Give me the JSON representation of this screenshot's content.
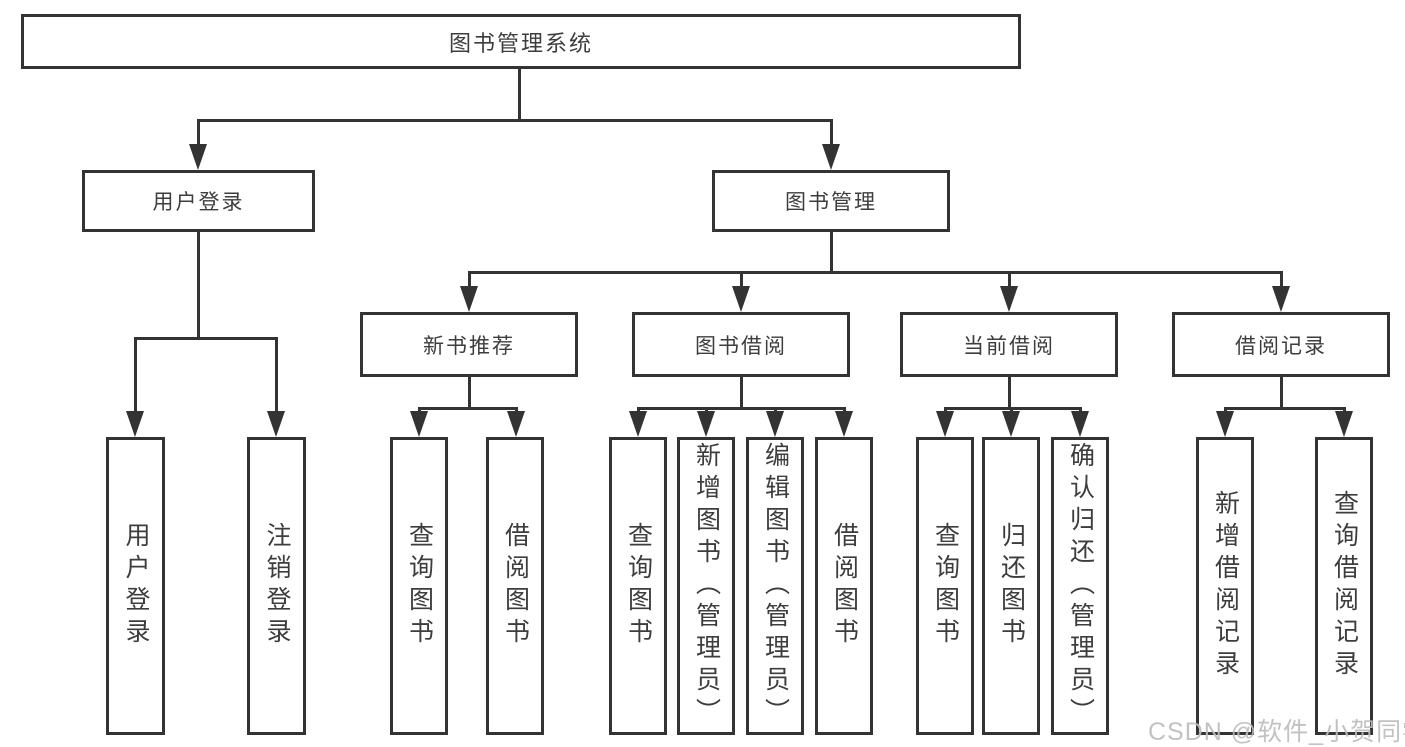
{
  "diagram": {
    "title": "图书管理系统",
    "type": "functional-structure-tree",
    "watermark": "CSDN @软件_小贺同学",
    "colors": {
      "line": "#333333",
      "text": "#3d3d3d",
      "node_background": "#ffffff",
      "page_background": "#ffffff",
      "watermark": "#bdbdbd"
    }
  },
  "nodes": {
    "root": {
      "label": "图书管理系统"
    },
    "user-login": {
      "label": "用户登录"
    },
    "book-mgmt": {
      "label": "图书管理"
    },
    "new-book-rec": {
      "label": "新书推荐"
    },
    "book-borrow": {
      "label": "图书借阅"
    },
    "current-borrow": {
      "label": "当前借阅"
    },
    "borrow-records": {
      "label": "借阅记录"
    },
    "leaf-user-login": {
      "label": "用户登录"
    },
    "leaf-logout": {
      "label": "注销登录"
    },
    "rec-query-books": {
      "label": "查询图书"
    },
    "rec-borrow-books": {
      "label": "借阅图书"
    },
    "bb-query-books": {
      "label": "查询图书"
    },
    "bb-add-books": {
      "label": "新增图书（管理员）"
    },
    "bb-edit-books": {
      "label": "编辑图书（管理员）"
    },
    "bb-borrow-books": {
      "label": "借阅图书"
    },
    "cb-query-books": {
      "label": "查询图书"
    },
    "cb-return-books": {
      "label": "归还图书"
    },
    "cb-confirm-return": {
      "label": "确认归还（管理员）"
    },
    "br-add-record": {
      "label": "新增借阅记录"
    },
    "br-query-record": {
      "label": "查询借阅记录"
    }
  },
  "hierarchy": {
    "id": "root",
    "children": [
      {
        "id": "user-login",
        "children": [
          {
            "id": "leaf-user-login"
          },
          {
            "id": "leaf-logout"
          }
        ]
      },
      {
        "id": "book-mgmt",
        "children": [
          {
            "id": "new-book-rec",
            "children": [
              {
                "id": "rec-query-books"
              },
              {
                "id": "rec-borrow-books"
              }
            ]
          },
          {
            "id": "book-borrow",
            "children": [
              {
                "id": "bb-query-books"
              },
              {
                "id": "bb-add-books"
              },
              {
                "id": "bb-edit-books"
              },
              {
                "id": "bb-borrow-books"
              }
            ]
          },
          {
            "id": "current-borrow",
            "children": [
              {
                "id": "cb-query-books"
              },
              {
                "id": "cb-return-books"
              },
              {
                "id": "cb-confirm-return"
              }
            ]
          },
          {
            "id": "borrow-records",
            "children": [
              {
                "id": "br-add-record"
              },
              {
                "id": "br-query-record"
              }
            ]
          }
        ]
      }
    ]
  }
}
